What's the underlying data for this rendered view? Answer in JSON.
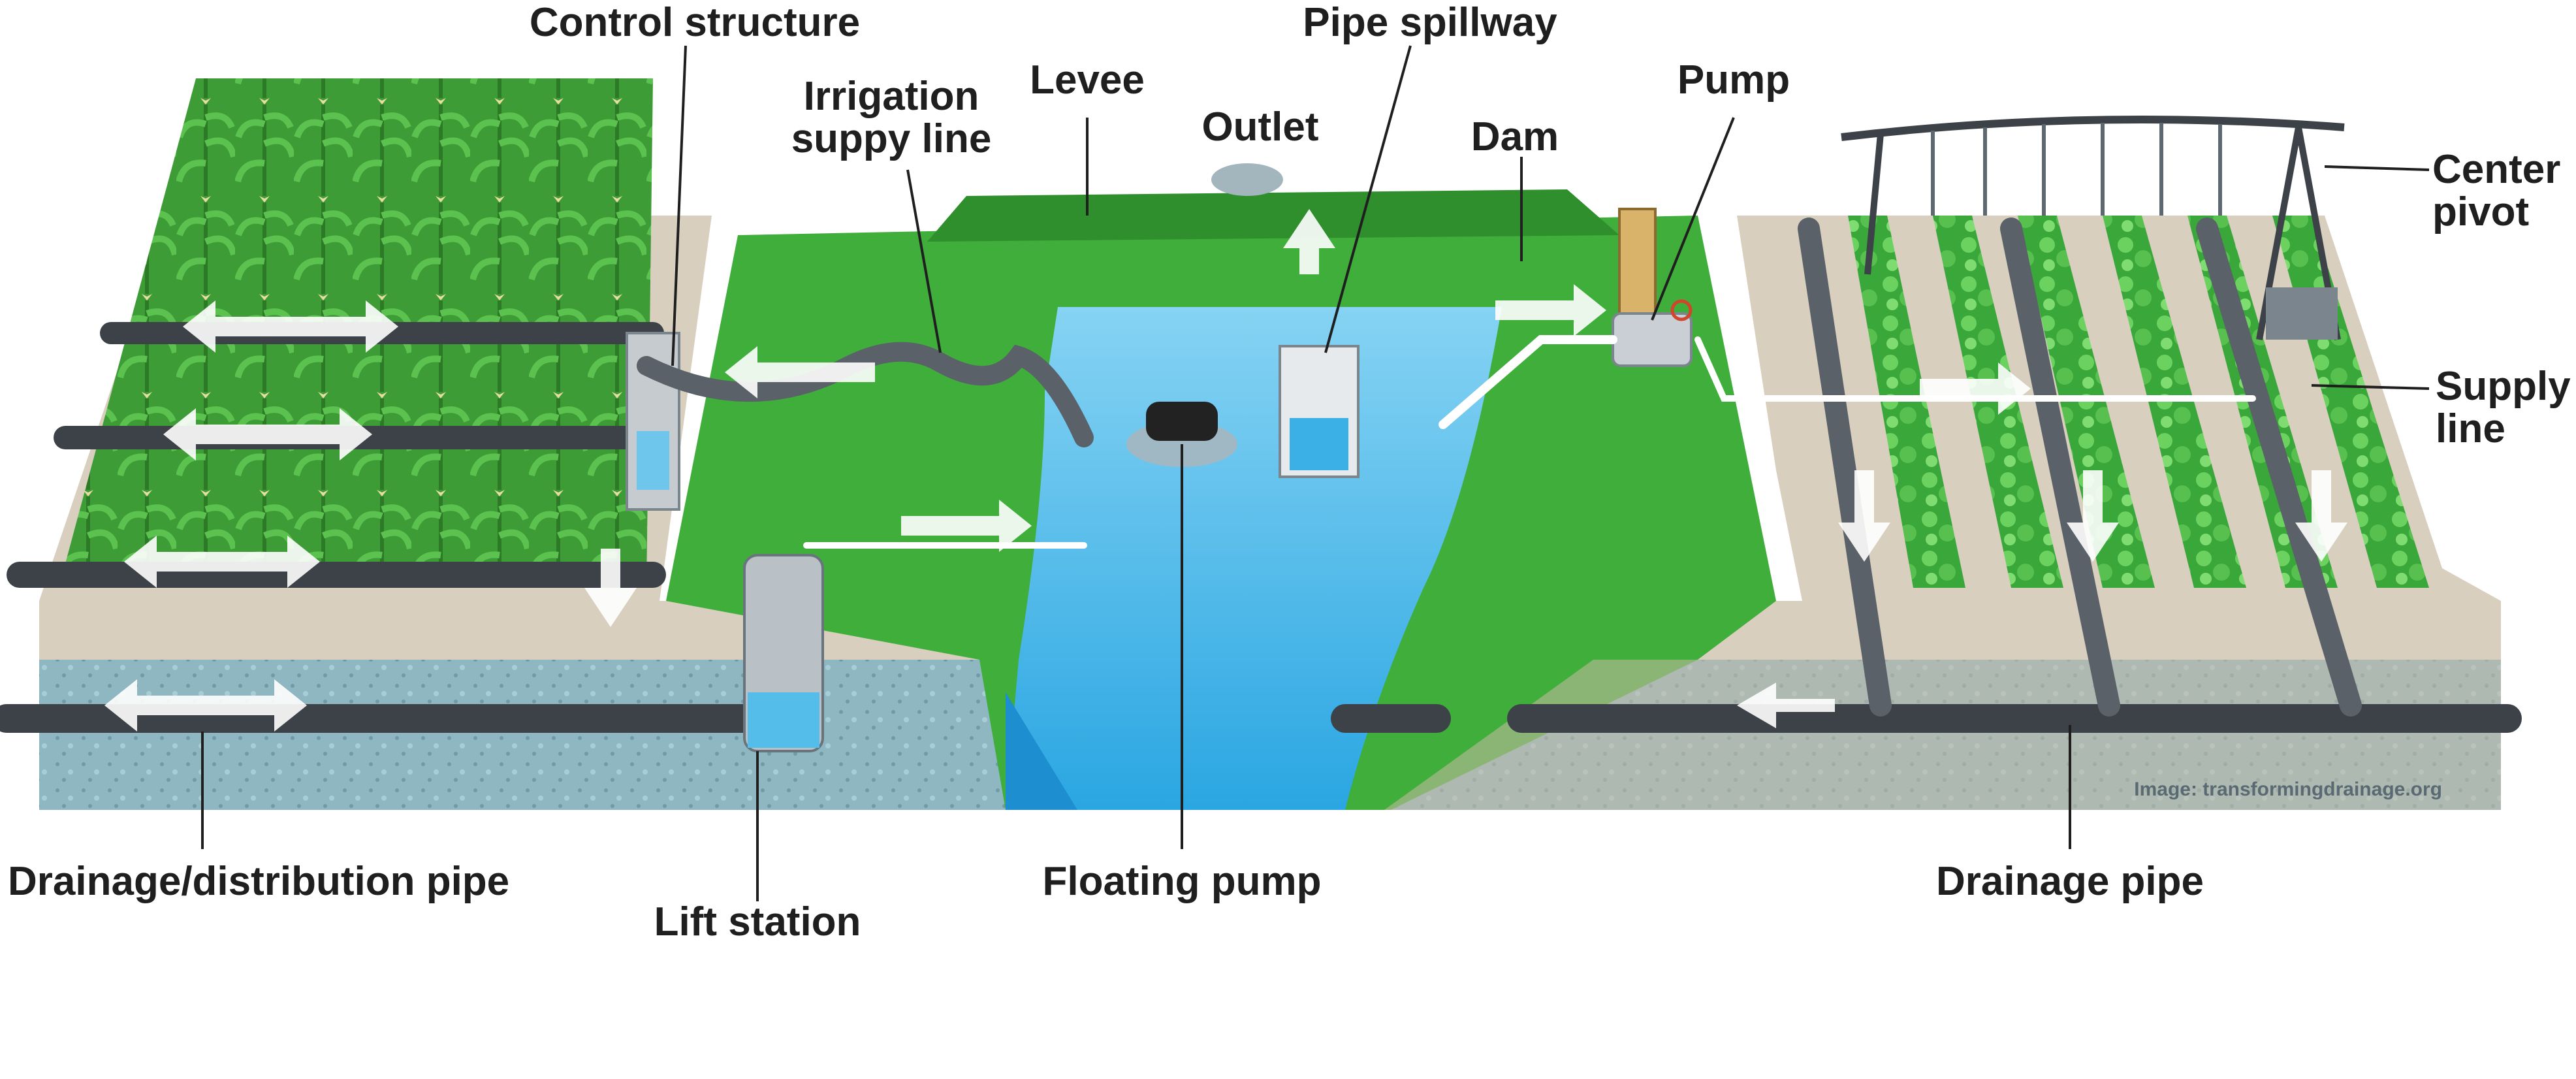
{
  "labels": {
    "control_structure": "Control structure",
    "irrigation_line_1": "Irrigation",
    "irrigation_line_2": "suppy line",
    "levee": "Levee",
    "outlet": "Outlet",
    "pipe_spillway": "Pipe spillway",
    "dam": "Dam",
    "pump": "Pump",
    "center_pivot_1": "Center",
    "center_pivot_2": "pivot",
    "supply_line_1": "Supply",
    "supply_line_2": "line",
    "drainage_distribution_pipe": "Drainage/distribution pipe",
    "lift_station": "Lift station",
    "floating_pump": "Floating pump",
    "drainage_pipe": "Drainage pipe"
  },
  "credit": "Image: transformingdrainage.org",
  "colors": {
    "grass": "#3fae3a",
    "grass_dark": "#2f8f2c",
    "water": "#5fc3ee",
    "water_deep": "#1d9ad8",
    "soil": "#d8cfbf",
    "soil_dark": "#bfb09a",
    "subsoil": "#8fb9c4",
    "pipe": "#3c4248",
    "flow_arrow": "#ffffff",
    "leader": "#1f1f1f"
  },
  "icons": [
    "corn-plant-icon",
    "soybean-row-icon",
    "pipe-icon",
    "flow-arrow-icon",
    "pump-icon",
    "pivot-irrigator-icon"
  ]
}
